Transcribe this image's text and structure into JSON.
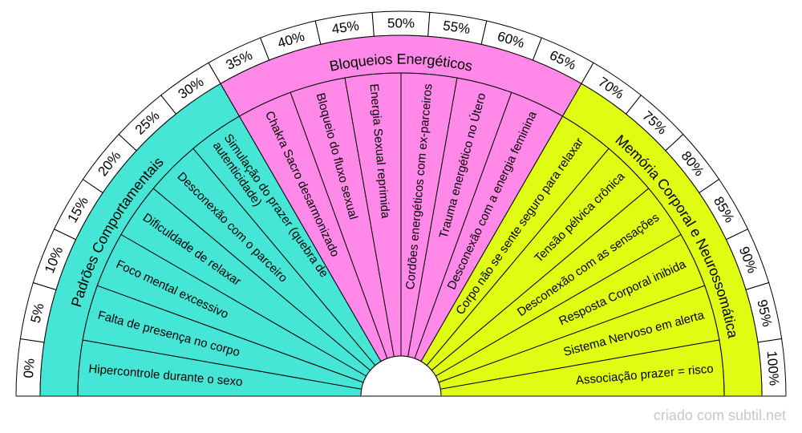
{
  "title": "",
  "credit": "criado com subtil.net",
  "scale": {
    "labels": [
      "0%",
      "5%",
      "10%",
      "15%",
      "20%",
      "25%",
      "30%",
      "35%",
      "40%",
      "45%",
      "50%",
      "55%",
      "60%",
      "65%",
      "70%",
      "75%",
      "80%",
      "85%",
      "90%",
      "95%",
      "100%"
    ]
  },
  "categories": [
    {
      "name": "Padrões Comportamentais",
      "color": "#45e6d5",
      "items": [
        [
          "Hipercontrole durante o sexo"
        ],
        [
          "Falta de presença no corpo"
        ],
        [
          "Foco mental excessivo"
        ],
        [
          "Dificuldade de relaxar"
        ],
        [
          "Desconexão com o parceiro"
        ],
        [
          "Simulação do prazer (quebra de",
          "autenticidade)"
        ]
      ]
    },
    {
      "name": "Bloqueios Energéticos",
      "color": "#ff88e8",
      "items": [
        [
          "Chakra Sacro desarmonizado"
        ],
        [
          "Bloqueio do fluxo sexual"
        ],
        [
          "Energia Sexual reprimida"
        ],
        [
          "Cordões energéticos com ex-parceiros"
        ],
        [
          "Trauma energético no Útero"
        ],
        [
          "Desconexão com a energia feminina"
        ]
      ]
    },
    {
      "name": "Memória Corporal e Neurossomática",
      "color": "#e0fc12",
      "items": [
        [
          "Corpo não se sente seguro para relaxar"
        ],
        [
          "Tensão pélvica crônica"
        ],
        [
          "Desconexão com as sensações"
        ],
        [
          "Resposta Corporal inibida"
        ],
        [
          "Sistema Nervoso em alerta"
        ],
        [
          "Associação prazer = risco"
        ]
      ]
    }
  ]
}
